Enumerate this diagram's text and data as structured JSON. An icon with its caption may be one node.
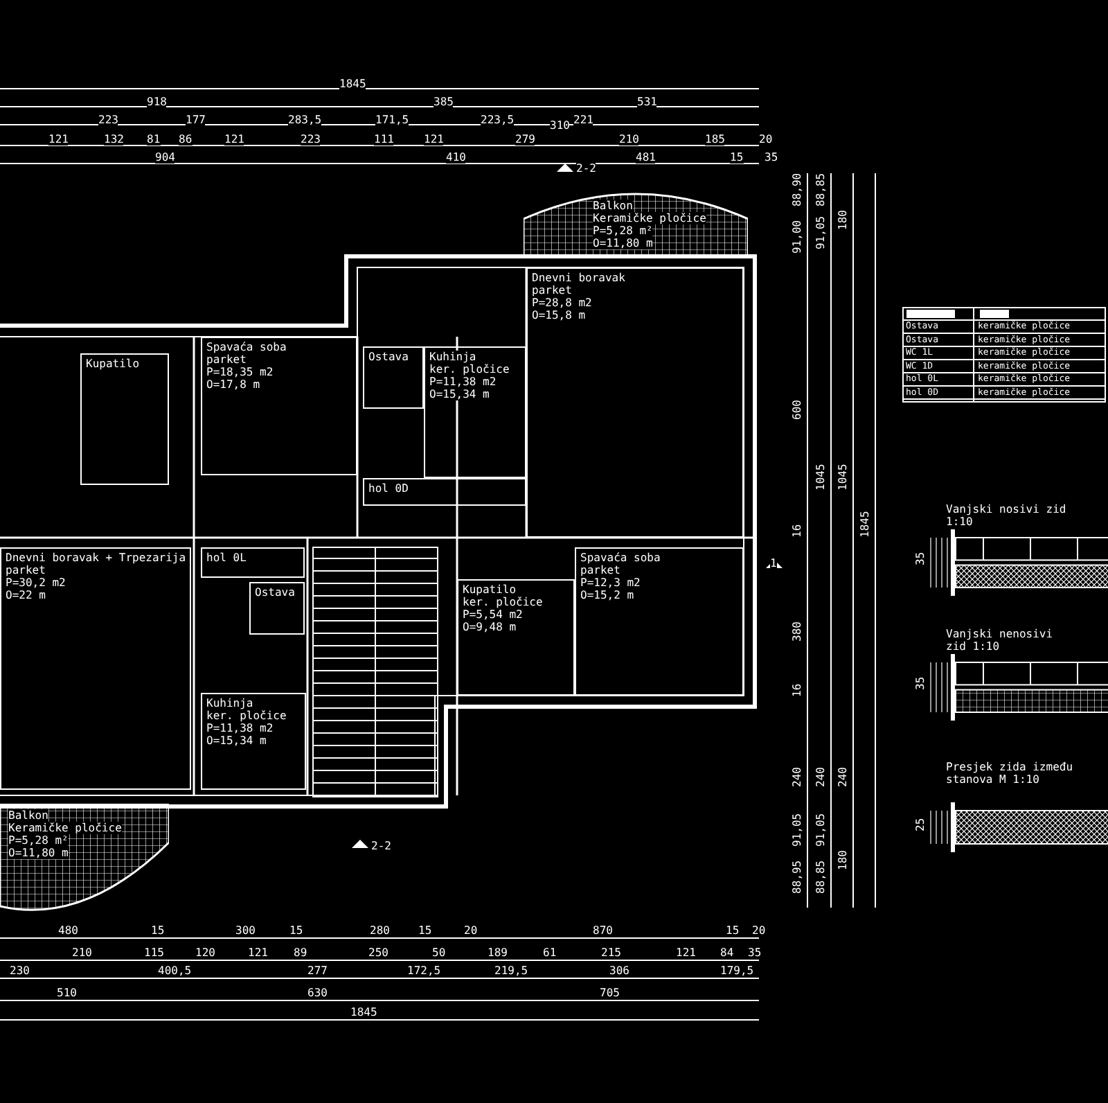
{
  "diagram": {
    "nodes": [
      {
        "text": [
          "Balkon",
          "Keramičke pločice",
          "P=5,28 m²",
          "O=11,80 m"
        ]
      },
      {
        "text": [
          "Dnevni boravak",
          "parket",
          "P=28,8 m2",
          "O=15,8 m"
        ]
      },
      {
        "text": [
          "Ostava"
        ]
      },
      {
        "text": [
          "Kuhinja",
          "ker. pločice",
          "P=11,38 m2",
          "O=15,34 m"
        ]
      },
      {
        "text": [
          "hol 0D"
        ]
      },
      {
        "text": [
          "Spavaća soba",
          "parket",
          "P=18,35 m2",
          "O=17,8 m"
        ]
      },
      {
        "text": [
          "Kupatilo"
        ]
      },
      {
        "text": [
          "Dnevni boravak + Trpezarija",
          "parket",
          "P=30,2 m2",
          "O=22 m"
        ]
      },
      {
        "text": [
          "hol 0L"
        ]
      },
      {
        "text": [
          "Ostava"
        ]
      },
      {
        "text": [
          "Kuhinja",
          "ker. pločice",
          "P=11,38 m2",
          "O=15,34 m"
        ]
      },
      {
        "text": [
          "Kupatilo",
          "ker. pločice",
          "P=5,54 m2",
          "O=9,48 m"
        ]
      },
      {
        "text": [
          "Spavaća soba",
          "parket",
          "P=12,3 m2",
          "O=15,2 m"
        ]
      },
      {
        "text": [
          "Balkon",
          "Keramičke pločice",
          "P=5,28 m²",
          "O=11,80 m"
        ]
      }
    ],
    "labels": [
      "1845",
      "918",
      "385",
      "531",
      "223",
      "177",
      "283,5",
      "171,5",
      "223,5",
      "310",
      "221",
      "121",
      "132",
      "81",
      "86",
      "121",
      "223",
      "111",
      "121",
      "279",
      "210",
      "185",
      "20",
      "904",
      "410",
      "481",
      "15",
      "35",
      "2-2",
      "88,90",
      "91,00",
      "600",
      "16",
      "380",
      "16",
      "240",
      "91,05",
      "88,95",
      "88,85",
      "91,05",
      "1045",
      "240",
      "91,05",
      "88,85",
      "180",
      "1045",
      "240",
      "180",
      "1845",
      "1",
      "Ostava",
      "keramičke pločice",
      "Ostava",
      "keramičke pločice",
      "WC 1L",
      "keramičke pločice",
      "WC 1D",
      "keramičke pločice",
      "hol 0L",
      "keramičke pločice",
      "hol 0D",
      "keramičke pločice",
      "Vanjski nosivi zid 1:10",
      "35",
      "Vanjski nenosivi zid 1:10",
      "35",
      "Presjek zida između stanova M 1:10",
      "25",
      "2-2",
      "480",
      "15",
      "300",
      "15",
      "280",
      "15",
      "20",
      "870",
      "15",
      "20",
      "210",
      "115",
      "120",
      "121",
      "89",
      "250",
      "50",
      "189",
      "61",
      "215",
      "121",
      "84",
      "35",
      "230",
      "400,5",
      "277",
      "172,5",
      "219,5",
      "306",
      "179,5",
      "510",
      "630",
      "705",
      "1845"
    ]
  }
}
